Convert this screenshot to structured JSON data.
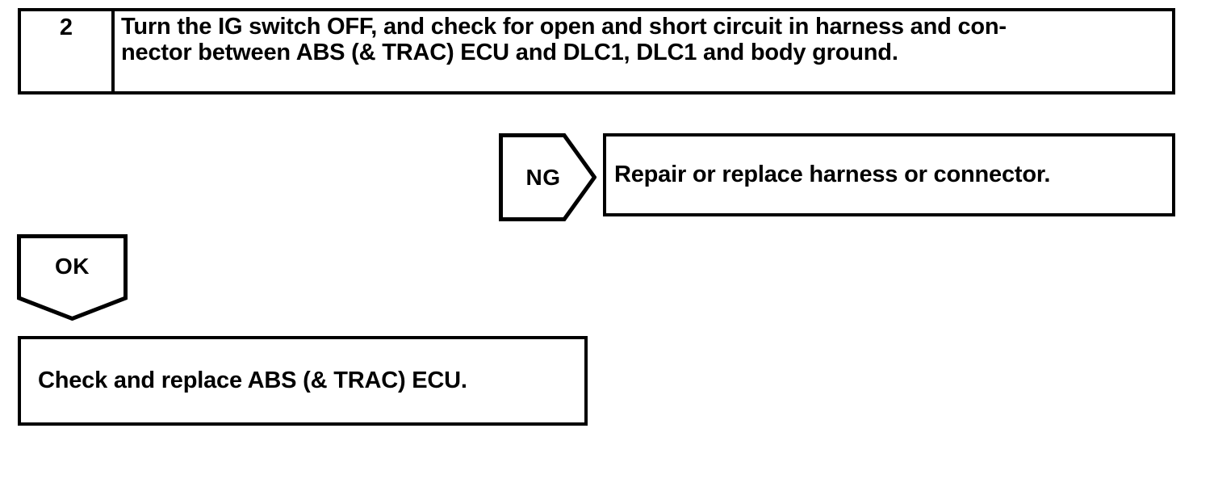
{
  "colors": {
    "background": "#ffffff",
    "ink": "#000000"
  },
  "flowchart": {
    "step_box": {
      "number": "2",
      "instruction_lines": [
        "Turn the IG switch OFF, and check for open and short circuit in harness and con-",
        "nector between ABS (& TRAC) ECU and DLC1, DLC1 and body ground."
      ]
    },
    "ng_connector": {
      "label": "NG"
    },
    "ng_result_box": {
      "text": "Repair or replace harness or connector."
    },
    "ok_connector": {
      "label": "OK"
    },
    "ok_result_box": {
      "text": "Check and replace ABS (& TRAC) ECU."
    }
  }
}
